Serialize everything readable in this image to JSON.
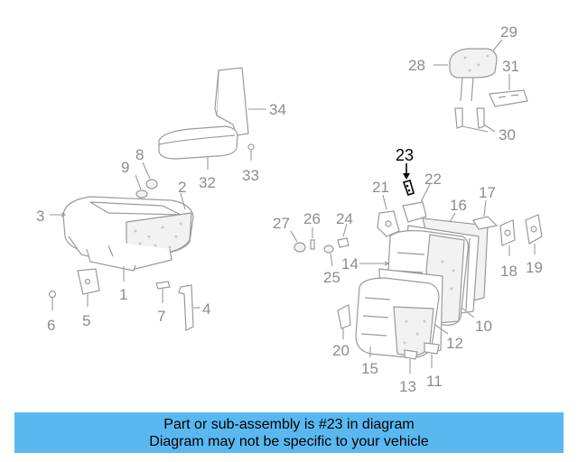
{
  "labels": {
    "l1": "1",
    "l2": "2",
    "l3": "3",
    "l4": "4",
    "l5": "5",
    "l6": "6",
    "l7": "7",
    "l8": "8",
    "l9": "9",
    "l10": "10",
    "l11": "11",
    "l12": "12",
    "l13": "13",
    "l14": "14",
    "l15": "15",
    "l16": "16",
    "l17": "17",
    "l18": "18",
    "l19": "19",
    "l20": "20",
    "l21": "21",
    "l22": "22",
    "l23": "23",
    "l24": "24",
    "l25": "25",
    "l26": "26",
    "l27": "27",
    "l28": "28",
    "l29": "29",
    "l30": "30",
    "l31": "31",
    "l32": "32",
    "l33": "33",
    "l34": "34"
  },
  "highlight_part": "23",
  "colors": {
    "banner": "#5ab8f0",
    "highlight": "#000000",
    "parts": "#9a9a9a"
  },
  "footer": {
    "line1": "Part or sub-assembly is #23 in diagram",
    "line2": "Diagram may not be specific to your vehicle"
  }
}
